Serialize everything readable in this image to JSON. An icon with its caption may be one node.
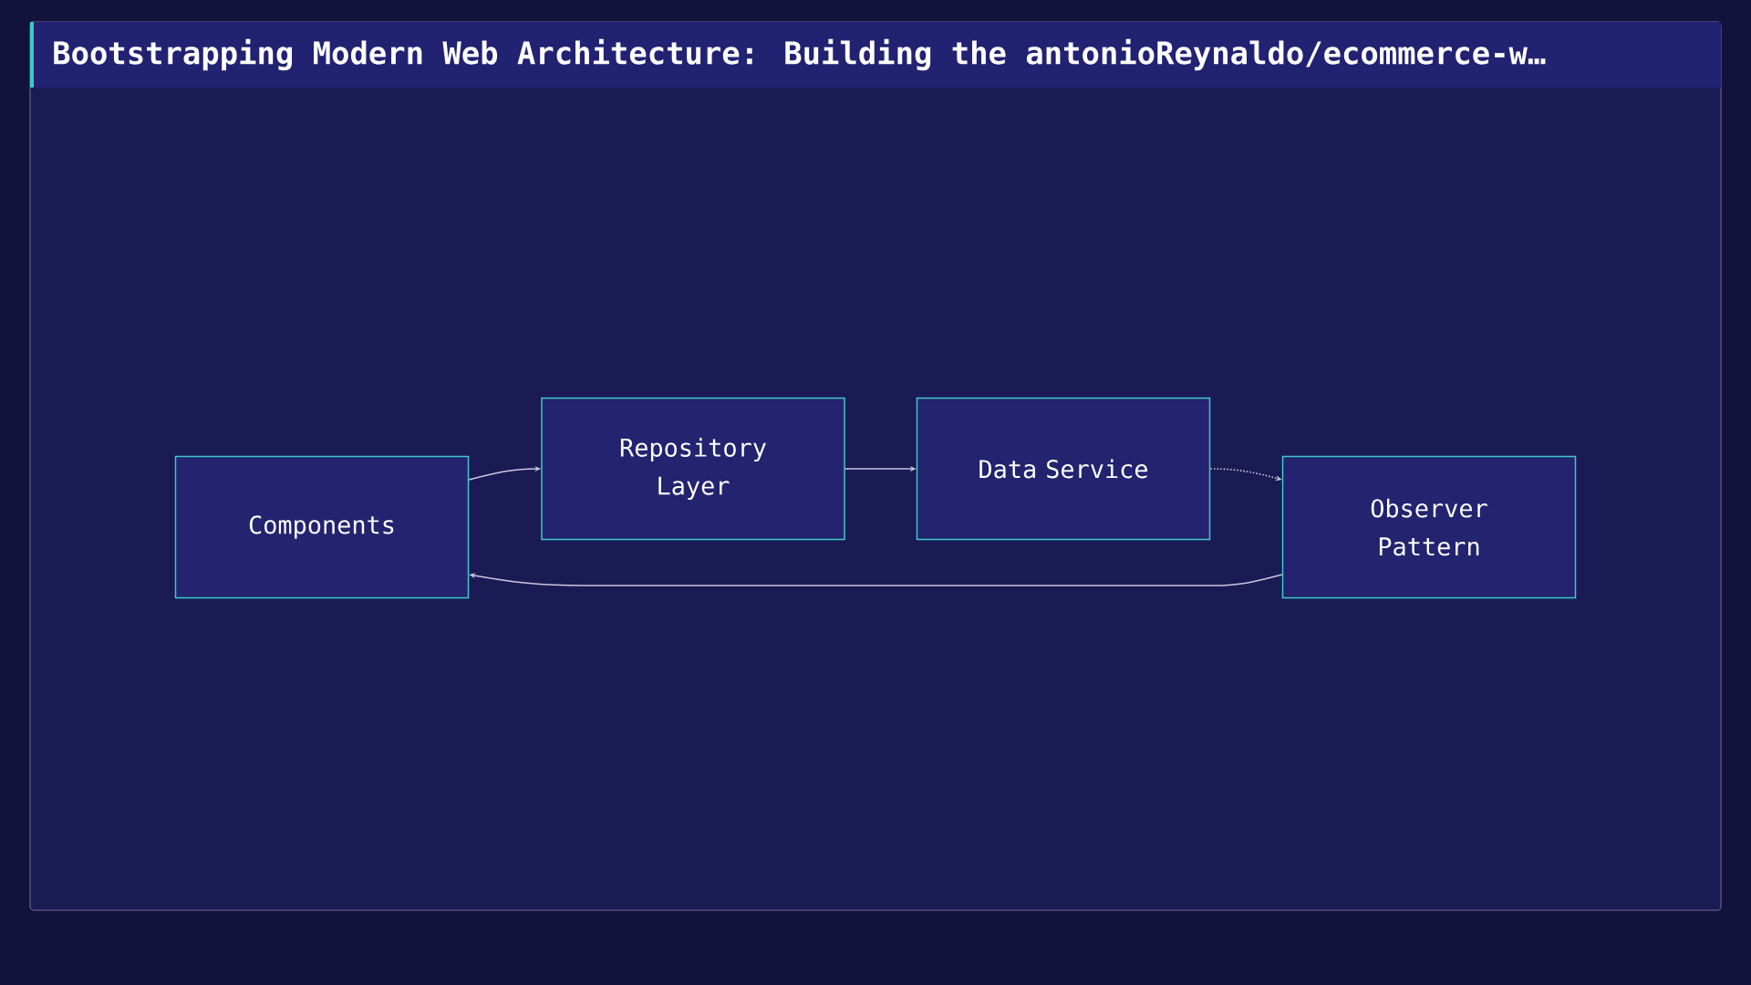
{
  "diagram": {
    "title": "Bootstrapping Modern Web Architecture: Building the antonioReynaldo/ecommerce-w…",
    "nodes": [
      {
        "text": [
          "Components"
        ]
      },
      {
        "text": [
          "Repository Layer"
        ]
      },
      {
        "text": [
          "Data Service"
        ]
      },
      {
        "text": [
          "Observer Pattern"
        ]
      }
    ],
    "edges": [
      {
        "from": 0,
        "to": 1,
        "arrow": "to"
      },
      {
        "from": 1,
        "to": 2,
        "arrow": "to"
      },
      {
        "from": 2,
        "to": 3,
        "arrow": "to",
        "style": "dashed"
      },
      {
        "from": 3,
        "to": 0,
        "arrow": "to"
      }
    ]
  }
}
